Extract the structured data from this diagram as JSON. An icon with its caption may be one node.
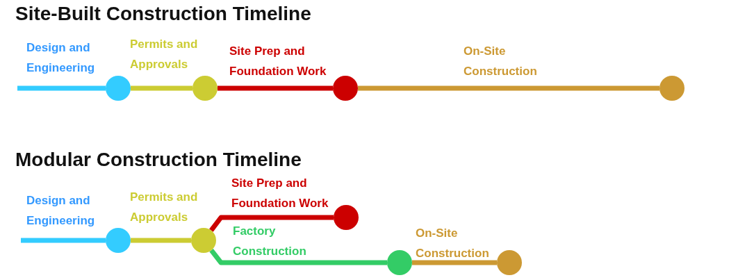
{
  "diagram": {
    "nodes": [
      {
        "text": [
          "Site-Built Construction Timeline"
        ]
      },
      {
        "text": [],
        "shape": "circle",
        "in": 0
      },
      {
        "text": [],
        "shape": "circle",
        "in": 0
      },
      {
        "text": [],
        "shape": "circle",
        "in": 0
      },
      {
        "text": [],
        "shape": "circle",
        "in": 0
      },
      {
        "text": [
          "Modular Construction Timeline"
        ]
      },
      {
        "text": [],
        "shape": "circle",
        "in": 5
      },
      {
        "text": [],
        "shape": "circle",
        "in": 5
      },
      {
        "text": [],
        "shape": "circle",
        "in": 5
      },
      {
        "text": [],
        "shape": "circle",
        "in": 5
      },
      {
        "text": [],
        "shape": "circle",
        "in": 5
      }
    ],
    "edges": [
      {
        "from": null,
        "to": 1,
        "arrow": "none",
        "label": "Design and Engineering",
        "color": "#33ccff"
      },
      {
        "from": 1,
        "to": 2,
        "arrow": "none",
        "label": "Permits and Approvals",
        "color": "#cccc33"
      },
      {
        "from": 2,
        "to": 3,
        "arrow": "none",
        "label": "Site Prep and Foundation Work",
        "color": "#cc0000"
      },
      {
        "from": 3,
        "to": 4,
        "arrow": "none",
        "label": "On-Site Construction",
        "color": "#cc9933"
      },
      {
        "from": null,
        "to": 6,
        "arrow": "none",
        "label": "Design and Engineering",
        "color": "#33ccff"
      },
      {
        "from": 6,
        "to": 7,
        "arrow": "none",
        "label": "Permits and Approvals",
        "color": "#cccc33"
      },
      {
        "from": 7,
        "to": 8,
        "arrow": "none",
        "label": "Site Prep and Foundation Work",
        "color": "#cc0000"
      },
      {
        "from": 7,
        "to": 9,
        "arrow": "none",
        "label": "Factory Construction",
        "color": "#33cc66"
      },
      {
        "from": 9,
        "to": 10,
        "arrow": "none",
        "label": "On-Site Construction",
        "color": "#cc9933"
      }
    ]
  }
}
